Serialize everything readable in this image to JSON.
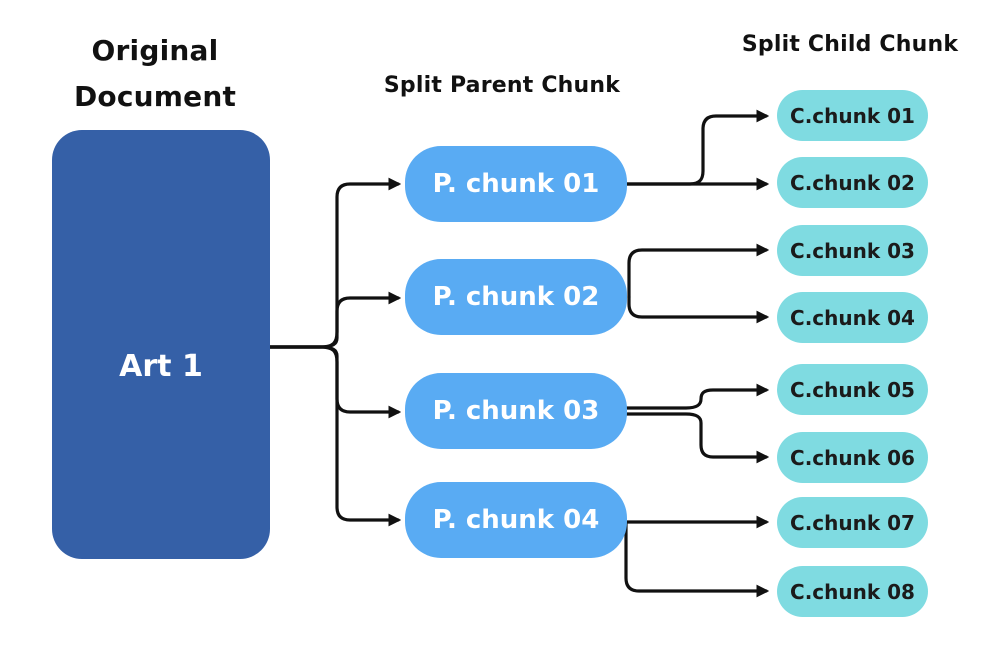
{
  "titles": {
    "original_document": "Original Document",
    "split_parent": "Split Parent Chunk",
    "split_child": "Split Child Chunk"
  },
  "document": {
    "label": "Art 1"
  },
  "parents": [
    {
      "label": "P. chunk 01"
    },
    {
      "label": "P. chunk 02"
    },
    {
      "label": "P. chunk 03"
    },
    {
      "label": "P. chunk 04"
    }
  ],
  "children": [
    {
      "label": "C.chunk 01"
    },
    {
      "label": "C.chunk 02"
    },
    {
      "label": "C.chunk 03"
    },
    {
      "label": "C.chunk 04"
    },
    {
      "label": "C.chunk 05"
    },
    {
      "label": "C.chunk 06"
    },
    {
      "label": "C.chunk 07"
    },
    {
      "label": "C.chunk 08"
    }
  ],
  "colors": {
    "document_fill": "#3560A7",
    "parent_fill": "#59ABF3",
    "child_fill": "#7FDBE1",
    "parent_text": "#FFFFFF",
    "child_text": "#1B1B1B",
    "heading_text": "#111111",
    "connector": "#111111"
  }
}
